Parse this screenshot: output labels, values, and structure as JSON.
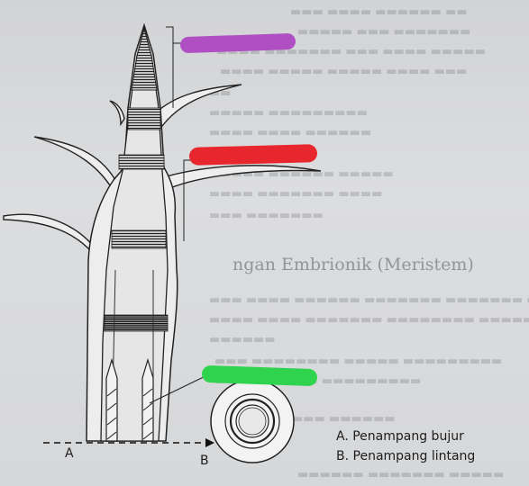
{
  "heading_fragment": "ngan Embrionik (Meristem)",
  "figure": {
    "labels": {
      "a": "A",
      "b": "B"
    }
  },
  "legend": [
    {
      "key": "A.",
      "text": "Penampang bujur"
    },
    {
      "key": "B.",
      "text": "Penampang lintang"
    }
  ],
  "redaction_colors": {
    "top": "#b04fc4",
    "middle": "#e8262d",
    "bottom": "#2fd34e"
  }
}
